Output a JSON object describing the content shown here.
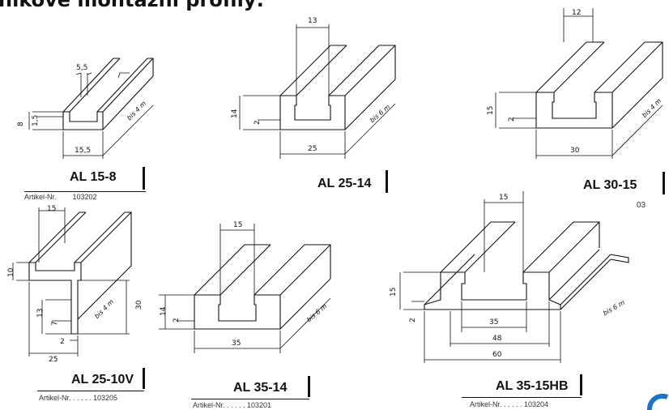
{
  "page": {
    "title": "nikové montážní profily:"
  },
  "profiles": [
    {
      "id": "AL 15-8",
      "label": "AL 15-8",
      "article_prefix": "Artikel-Nr.",
      "article_no": "103202",
      "dims": {
        "top": "5,5",
        "height": "8",
        "inner": "1,5",
        "width": "15,5",
        "length": "bis 4 m"
      }
    },
    {
      "id": "AL 25-14",
      "label": "AL 25-14",
      "dims": {
        "top": "13",
        "height": "14",
        "inner": "2",
        "width": "25",
        "length": "bis 6 m"
      }
    },
    {
      "id": "AL 30-15",
      "label": "AL 30-15",
      "article_fragment": "03",
      "dims": {
        "top": "12",
        "height": "15",
        "inner": "2",
        "width": "30",
        "length": "bis 4 m"
      }
    },
    {
      "id": "AL 25-10V",
      "label": "AL 25-10V",
      "article_prefix": "Artikel-Nr. . . . . .",
      "article_no": "103205",
      "dims": {
        "top": "15",
        "height_top": "10",
        "height_total": "30",
        "mid": "13",
        "inner": "7",
        "base": "2",
        "width": "25",
        "length": "bis 4 m"
      }
    },
    {
      "id": "AL 35-14",
      "label": "AL 35-14",
      "article_prefix": "Artikel-Nr. . . . . .",
      "article_no": "103201",
      "dims": {
        "top": "15",
        "height": "14",
        "inner": "2",
        "width": "35",
        "length": "bis 6 m"
      }
    },
    {
      "id": "AL 35-15HB",
      "label": "AL 35-15HB",
      "article_prefix": "Artikel-Nr. . . . . .",
      "article_no": "103204",
      "dims": {
        "top": "15",
        "height": "15",
        "inner": "2",
        "w1": "35",
        "w2": "48",
        "w3": "60",
        "length": "bis 6 m"
      }
    }
  ],
  "colors": {
    "ink": "#111111",
    "logo": "#1a73c8"
  }
}
